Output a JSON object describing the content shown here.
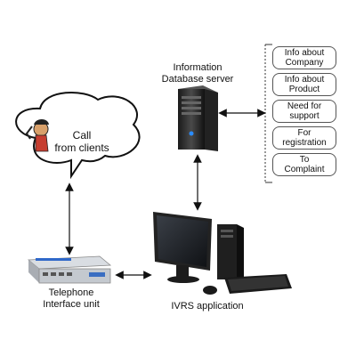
{
  "nodes": {
    "server": {
      "label": "Information\nDatabase server"
    },
    "caller": {
      "label": "Call\nfrom clients"
    },
    "telephone": {
      "label": "Telephone\nInterface unit"
    },
    "ivrs": {
      "label": "IVRS application"
    }
  },
  "info_boxes": [
    "Info about\nCompany",
    "Info about\nProduct",
    "Need for\nsupport",
    "For\nregistration",
    "To\nComplaint"
  ]
}
